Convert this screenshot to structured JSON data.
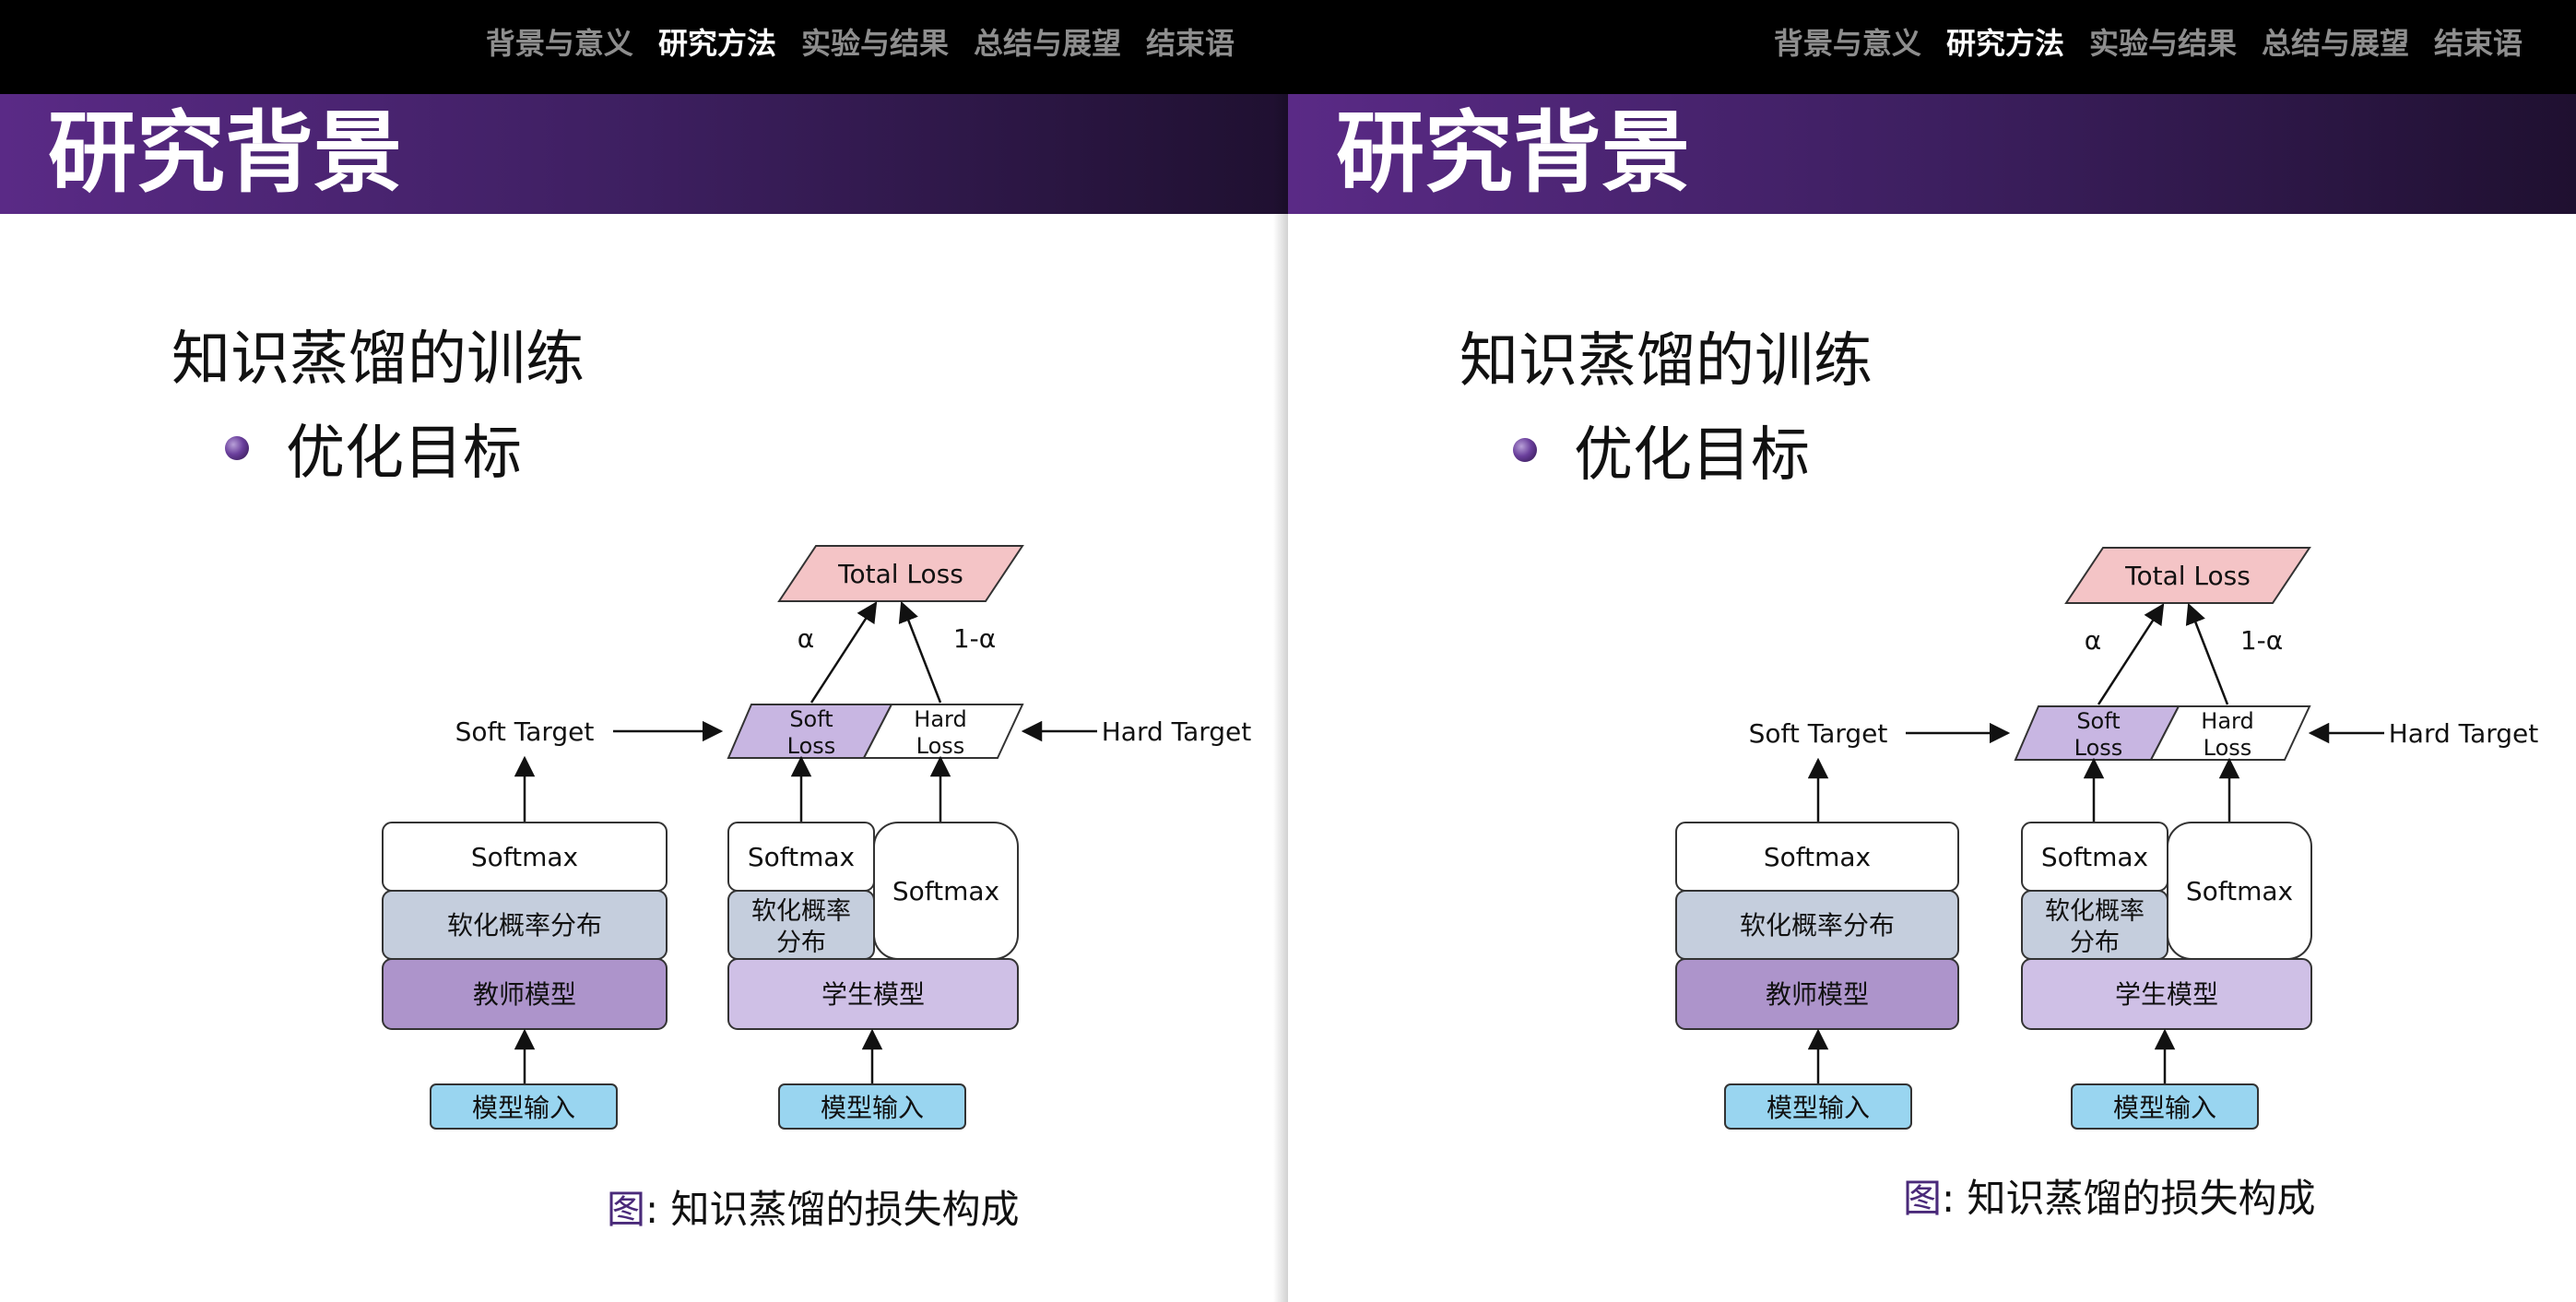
{
  "nav": [
    "背景与意义",
    "研究方法",
    "实验与结果",
    "总结与展望",
    "结束语"
  ],
  "nav_active_index": 1,
  "title": "研究背景",
  "heading": "知识蒸馏的训练",
  "bullet": "优化目标",
  "diagram": {
    "total_loss": "Total Loss",
    "alpha": "α",
    "one_minus_alpha": "1-α",
    "soft_target": "Soft Target",
    "hard_target": "Hard Target",
    "soft_loss_line1": "Soft",
    "soft_loss_line2": "Loss",
    "hard_loss_line1": "Hard",
    "hard_loss_line2": "Loss",
    "teacher_softmax": "Softmax",
    "teacher_soft_dist": "软化概率分布",
    "teacher_model": "教师模型",
    "teacher_input": "模型输入",
    "student_softmax_small": "Softmax",
    "student_soft_dist_line1": "软化概率",
    "student_soft_dist_line2": "分布",
    "student_softmax_large": "Softmax",
    "student_model": "学生模型",
    "student_input": "模型输入"
  },
  "caption": {
    "prefix": "图",
    "sep": ":",
    "text": "知识蒸馏的损失构成"
  },
  "colors": {
    "header_bg": "#000000",
    "title_gradient_start": "#5a2a86",
    "title_gradient_end": "#1f1030",
    "nav_active": "#ffffff",
    "nav_inactive": "#8e8e8e",
    "total_loss_fill": "#f4c4c6",
    "soft_loss_fill": "#c8b6e2",
    "soft_dist_fill": "#c5cedd",
    "teacher_fill": "#ad94cb",
    "student_fill": "#cfc0e6",
    "input_fill": "#99d5f0"
  }
}
